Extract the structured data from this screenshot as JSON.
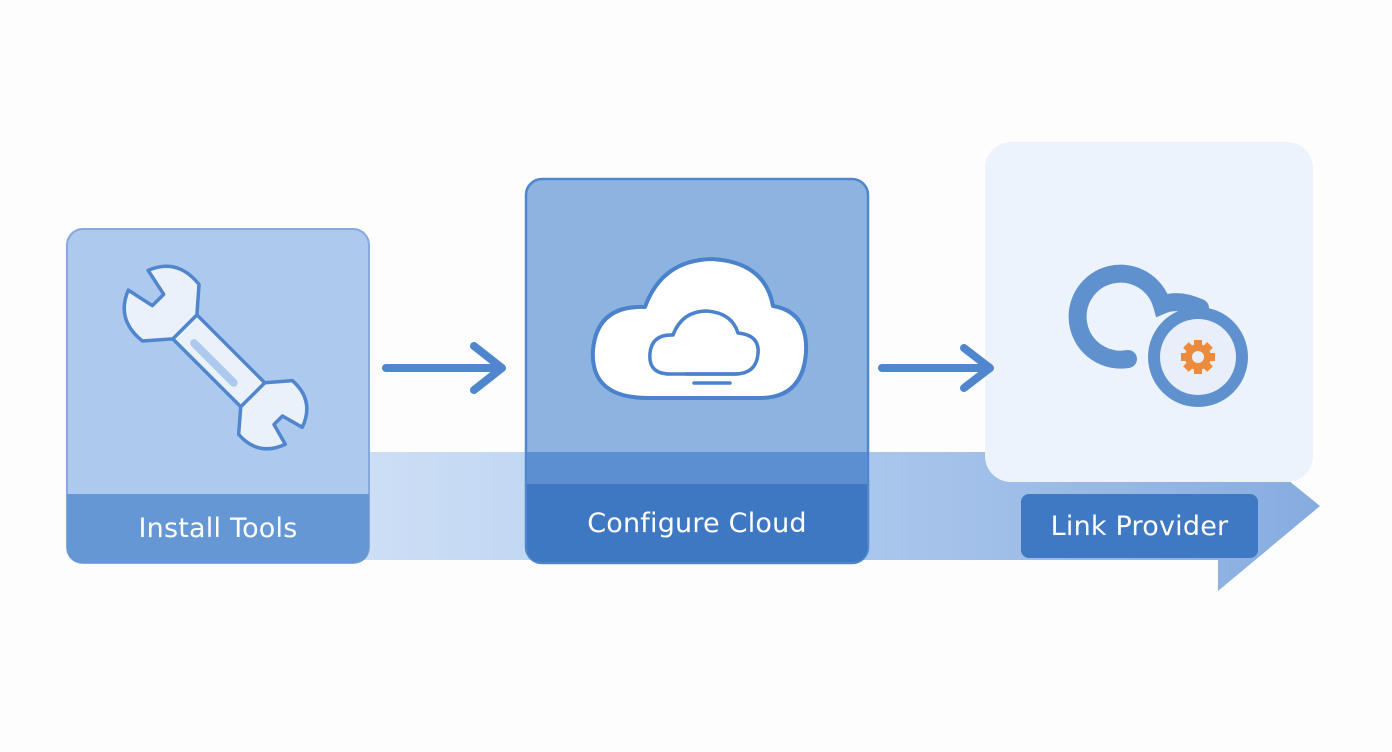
{
  "steps": [
    {
      "label": "Install Tools",
      "icon": "wrench-icon"
    },
    {
      "label": "Configure Cloud",
      "icon": "cloud-icon"
    },
    {
      "label": "Link Provider",
      "icon": "link-gear-icon"
    }
  ],
  "colors": {
    "background": "#fdfdfe",
    "step_fill_light": "#aac6ec",
    "step_fill_mid": "#8cb2e0",
    "step_fill_pale": "#edf3fc",
    "label_band": "#5f91cf",
    "label_band_dark": "#3f78c3",
    "arrow": "#4f86cd",
    "accent_orange": "#ee8a3c"
  }
}
